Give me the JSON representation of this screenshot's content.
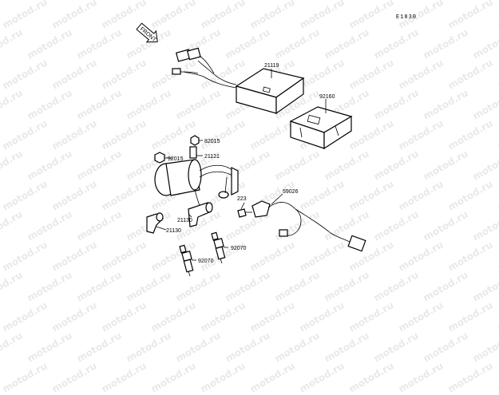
{
  "watermark": "motod.ru",
  "ref_code": "E1830",
  "front_label": "FRONT",
  "labels": {
    "p21119": "21119",
    "p92160": "92160",
    "p82015": "82015",
    "p21121": "21121",
    "p92015": "92015",
    "p223": "223",
    "p59026": "59026",
    "p21130a": "21130",
    "p21130b": "21130",
    "p92070a": "92070",
    "p92070b": "92070"
  },
  "colors": {
    "line": "#000000",
    "watermark": "#e9e9e9",
    "background": "#ffffff"
  }
}
